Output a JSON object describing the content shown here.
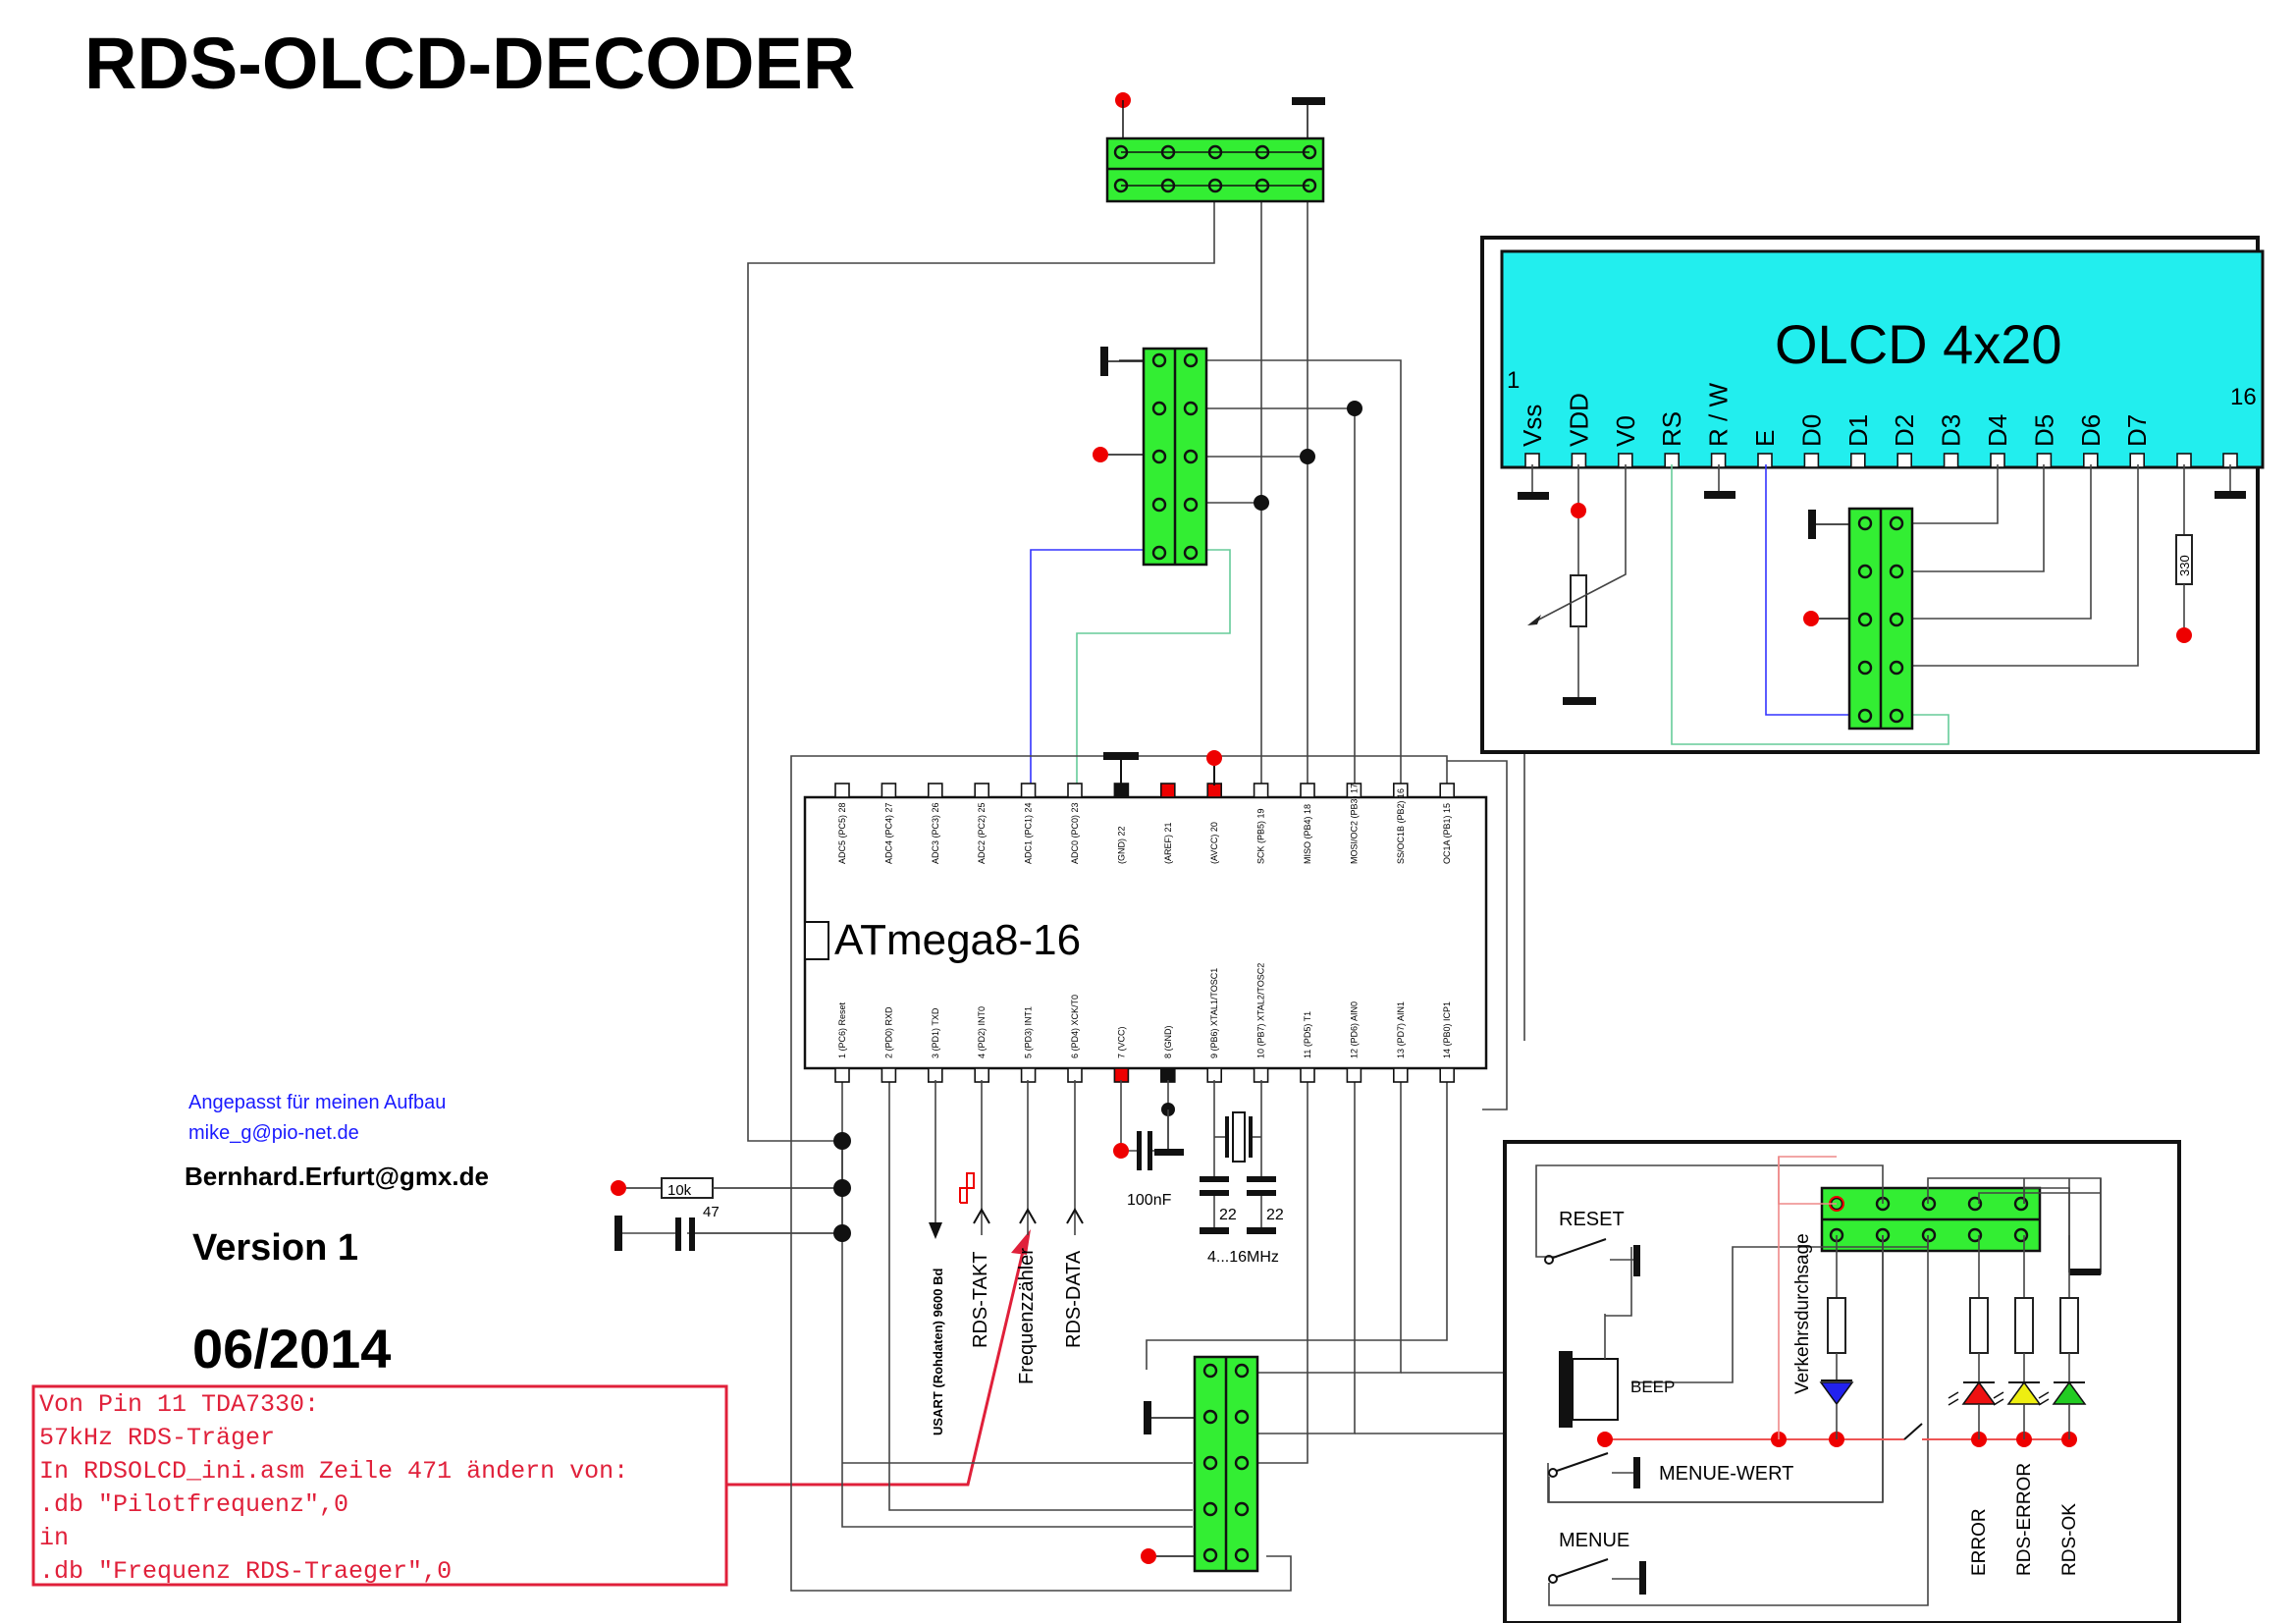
{
  "title": "RDS-OLCD-DECODER",
  "info": {
    "adapted": "Angepasst für meinen Aufbau",
    "email1": "mike_g@pio-net.de",
    "email2": "Bernhard.Erfurt@gmx.de",
    "version": "Version 1",
    "date": "06/2014"
  },
  "note": {
    "lines": [
      "Von Pin 11 TDA7330:",
      "57kHz RDS-Träger",
      "In RDSOLCD_ini.asm Zeile 471 ändern von:",
      ".db \"Pilotfrequenz\",0",
      "in",
      ".db \"Frequenz RDS-Traeger\",0"
    ],
    "color": "#e0203a"
  },
  "lcd": {
    "title": "OLCD 4x20",
    "pin_first": "1",
    "pin_last": "16",
    "pins": [
      "Vss",
      "VDD",
      "V0",
      "RS",
      "R / W",
      "E",
      "D0",
      "D1",
      "D2",
      "D3",
      "D4",
      "D5",
      "D6",
      "D7"
    ],
    "resistor": "330",
    "color": "#22eeee"
  },
  "mcu": {
    "name": "ATmega8-16",
    "top_pins": [
      "ADC5 (PC5) 28",
      "ADC4 (PC4) 27",
      "ADC3 (PC3) 26",
      "ADC2 (PC2) 25",
      "ADC1 (PC1) 24",
      "ADC0 (PC0) 23",
      "(GND) 22",
      "(AREF) 21",
      "(AVCC) 20",
      "SCK (PB5) 19",
      "MISO (PB4) 18",
      "MOSI/OC2 (PB3) 17",
      "SS/OC1B (PB2) 16",
      "OC1A (PB1) 15"
    ],
    "bottom_pins": [
      "1 (PC6) Reset",
      "2 (PD0) RXD",
      "3 (PD1) TXD",
      "4 (PD2) INT0",
      "5 (PD3) INT1",
      "6 (PD4) XCK/T0",
      "7 (VCC)",
      "8 (GND)",
      "9 (PB6) XTAL1/TOSC1",
      "10 (PB7) XTAL2/TOSC2",
      "11 (PD5) T1",
      "12 (PD6) AIN0",
      "13 (PD7) AIN1",
      "14 (PB0) ICP1"
    ]
  },
  "components": {
    "r_reset": "10k",
    "c_reset": "47",
    "c_vcc": "100nF",
    "c_x1": "22",
    "c_x2": "22",
    "crystal": "4...16MHz"
  },
  "signals": {
    "usart": "USART (Rohdaten) 9600 Bd",
    "takt": "RDS-TAKT",
    "freq": "Frequenzzähler",
    "data": "RDS-DATA"
  },
  "panel": {
    "reset": "RESET",
    "beep": "BEEP",
    "menue_wert": "MENUE-WERT",
    "menue": "MENUE",
    "verkehr": "Verkehrsdurchsage",
    "error": "ERROR",
    "rds_error": "RDS-ERROR",
    "rds_ok": "RDS-OK"
  },
  "colors": {
    "header": "#33ee33",
    "wire_blue": "#3333ff",
    "wire_green": "#66cc99",
    "supply_red": "#ee0000"
  }
}
